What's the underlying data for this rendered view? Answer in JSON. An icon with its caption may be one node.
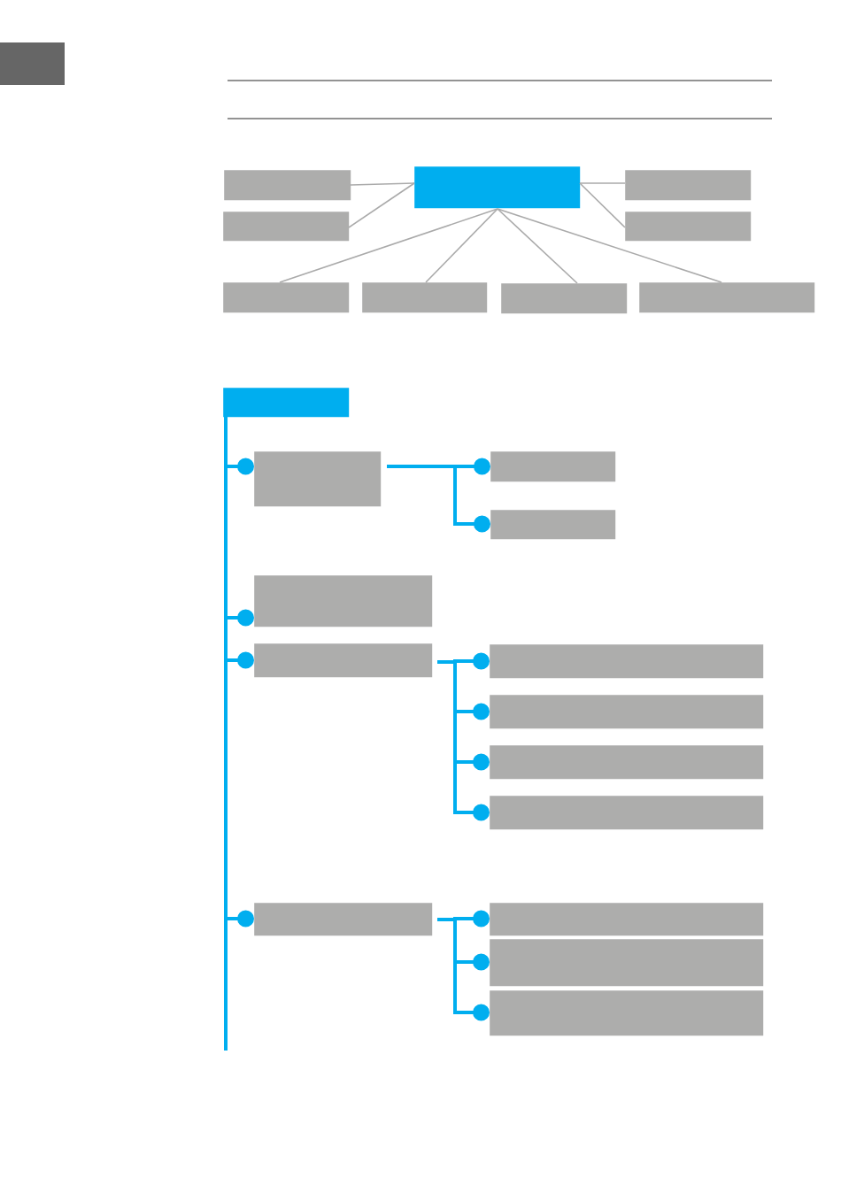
{
  "diagram": {
    "nodes": [
      {
        "text": [],
        "shape": "box"
      },
      {
        "text": [],
        "shape": "box"
      },
      {
        "text": [],
        "shape": "box"
      },
      {
        "text": [],
        "shape": "box"
      },
      {
        "text": [],
        "shape": "box"
      },
      {
        "text": [],
        "shape": "box"
      },
      {
        "text": [],
        "shape": "box"
      },
      {
        "text": [],
        "shape": "box"
      },
      {
        "text": [],
        "shape": "box"
      },
      {
        "text": [],
        "shape": "box"
      },
      {
        "text": [],
        "shape": "box"
      },
      {
        "text": [],
        "shape": "box"
      },
      {
        "text": [],
        "shape": "box"
      },
      {
        "text": [],
        "shape": "box"
      },
      {
        "text": [],
        "shape": "box"
      },
      {
        "text": [],
        "shape": "box"
      },
      {
        "text": [],
        "shape": "box"
      },
      {
        "text": [],
        "shape": "box"
      },
      {
        "text": [],
        "shape": "box"
      },
      {
        "text": [],
        "shape": "box"
      },
      {
        "text": [],
        "shape": "box"
      },
      {
        "text": [],
        "shape": "box"
      },
      {
        "text": [],
        "shape": "box"
      }
    ],
    "edges": [
      {
        "from": 0,
        "to": 1,
        "arrow": "none",
        "color": "#aaaaaa"
      },
      {
        "from": 0,
        "to": 2,
        "arrow": "none",
        "color": "#aaaaaa"
      },
      {
        "from": 0,
        "to": 3,
        "arrow": "none",
        "color": "#aaaaaa"
      },
      {
        "from": 0,
        "to": 4,
        "arrow": "none",
        "color": "#aaaaaa"
      },
      {
        "from": 0,
        "to": 5,
        "arrow": "none",
        "color": "#aaaaaa"
      },
      {
        "from": 0,
        "to": 6,
        "arrow": "none",
        "color": "#aaaaaa"
      },
      {
        "from": 0,
        "to": 7,
        "arrow": "none",
        "color": "#aaaaaa"
      },
      {
        "from": 0,
        "to": 8,
        "arrow": "none",
        "color": "#aaaaaa"
      },
      {
        "from": 9,
        "to": 10,
        "arrow": "other"
      },
      {
        "from": 9,
        "to": 13,
        "arrow": "other"
      },
      {
        "from": 9,
        "to": 14,
        "arrow": "other"
      },
      {
        "from": 9,
        "to": 19,
        "arrow": "other"
      },
      {
        "from": 10,
        "to": 11,
        "arrow": "other"
      },
      {
        "from": 10,
        "to": 12,
        "arrow": "other"
      },
      {
        "from": 14,
        "to": 15,
        "arrow": "other"
      },
      {
        "from": 14,
        "to": 16,
        "arrow": "other"
      },
      {
        "from": 14,
        "to": 17,
        "arrow": "other"
      },
      {
        "from": 14,
        "to": 18,
        "arrow": "other"
      },
      {
        "from": 19,
        "to": 20,
        "arrow": "other"
      },
      {
        "from": 19,
        "to": 21,
        "arrow": "other"
      },
      {
        "from": 19,
        "to": 22,
        "arrow": "other"
      }
    ]
  }
}
